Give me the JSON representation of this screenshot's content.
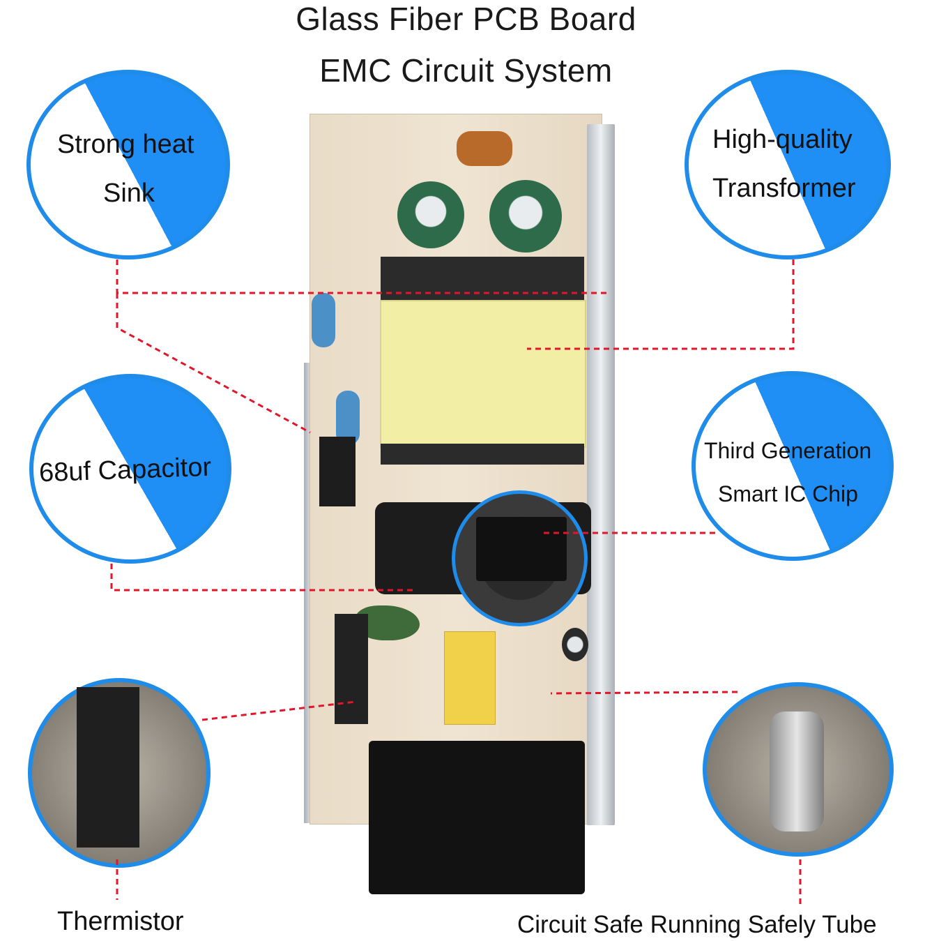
{
  "title": {
    "line1": "Glass Fiber PCB Board",
    "line2": "EMC Circuit System"
  },
  "callouts": {
    "heat_sink": {
      "line1": "Strong heat",
      "line2": "Sink"
    },
    "transformer": {
      "line1": "High-quality",
      "line2": "Transformer"
    },
    "capacitor": {
      "line1": "68uf Capacitor"
    },
    "ic_chip": {
      "line1": "Third Generation",
      "line2": "Smart  IC Chip"
    },
    "thermistor": {
      "line1": "Thermistor"
    },
    "fuse": {
      "line1": "Circuit Safe Running Safely Tube"
    }
  },
  "colors": {
    "accent_blue": "#1f8ef5",
    "connector_red": "#e0162b"
  }
}
